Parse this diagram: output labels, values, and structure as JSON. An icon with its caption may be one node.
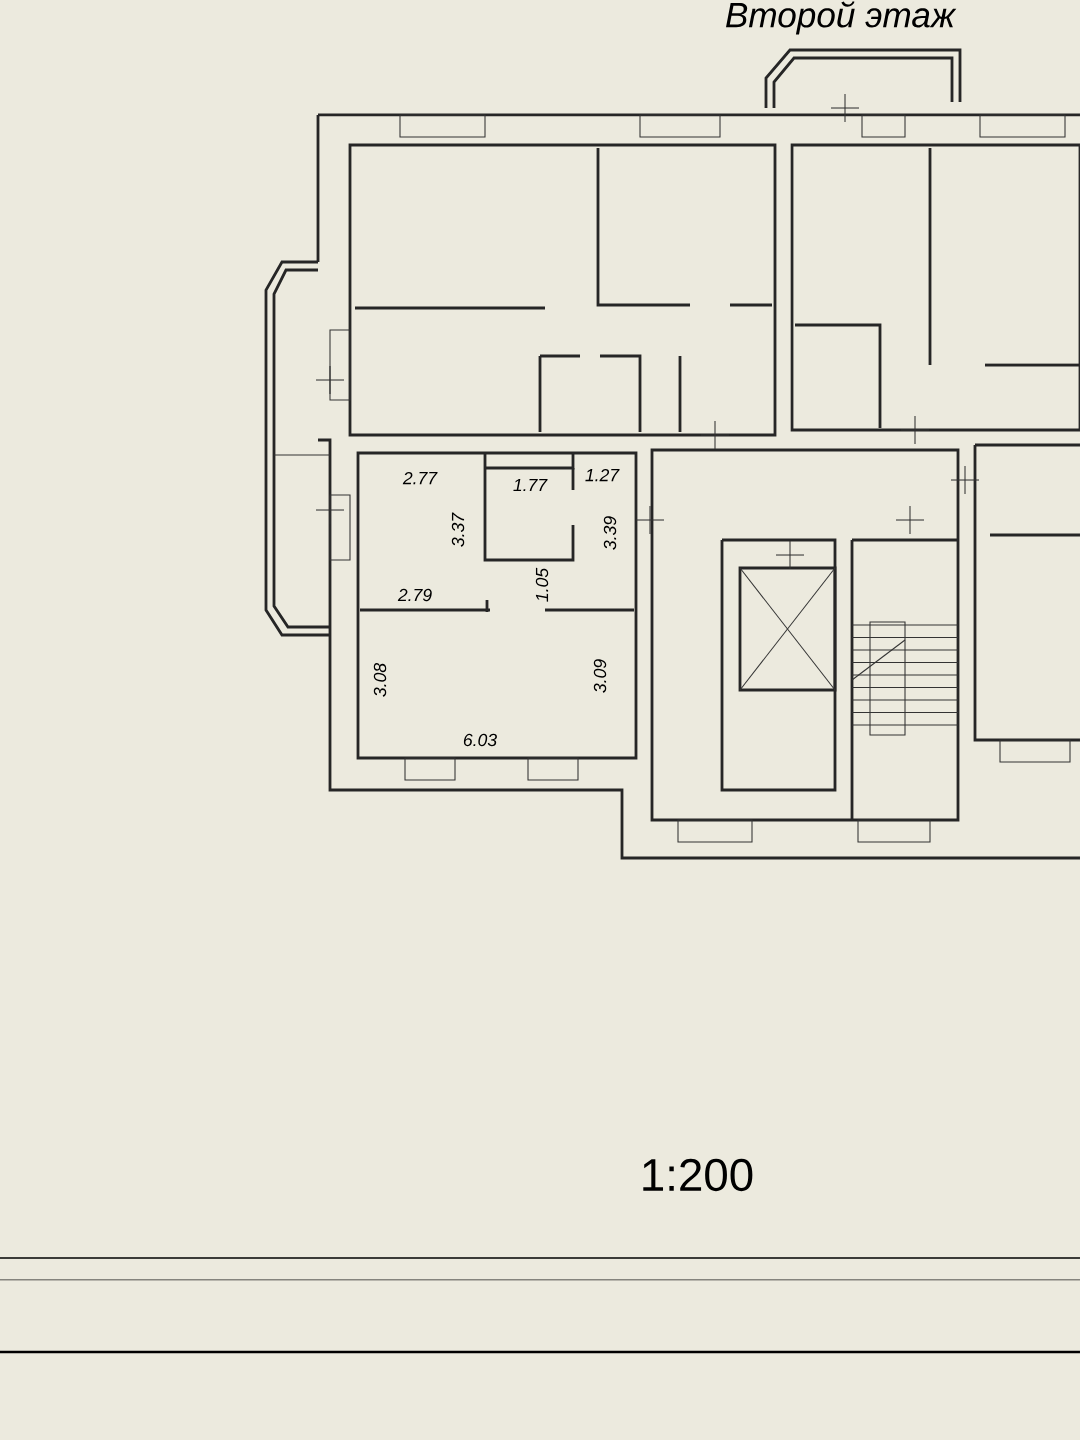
{
  "diagram": {
    "labels": [
      "Второй этаж",
      "2.77",
      "1.77",
      "1.27",
      "3.37",
      "3.39",
      "2.79",
      "1.05",
      "3.08",
      "3.09",
      "6.03",
      "1:200"
    ]
  }
}
